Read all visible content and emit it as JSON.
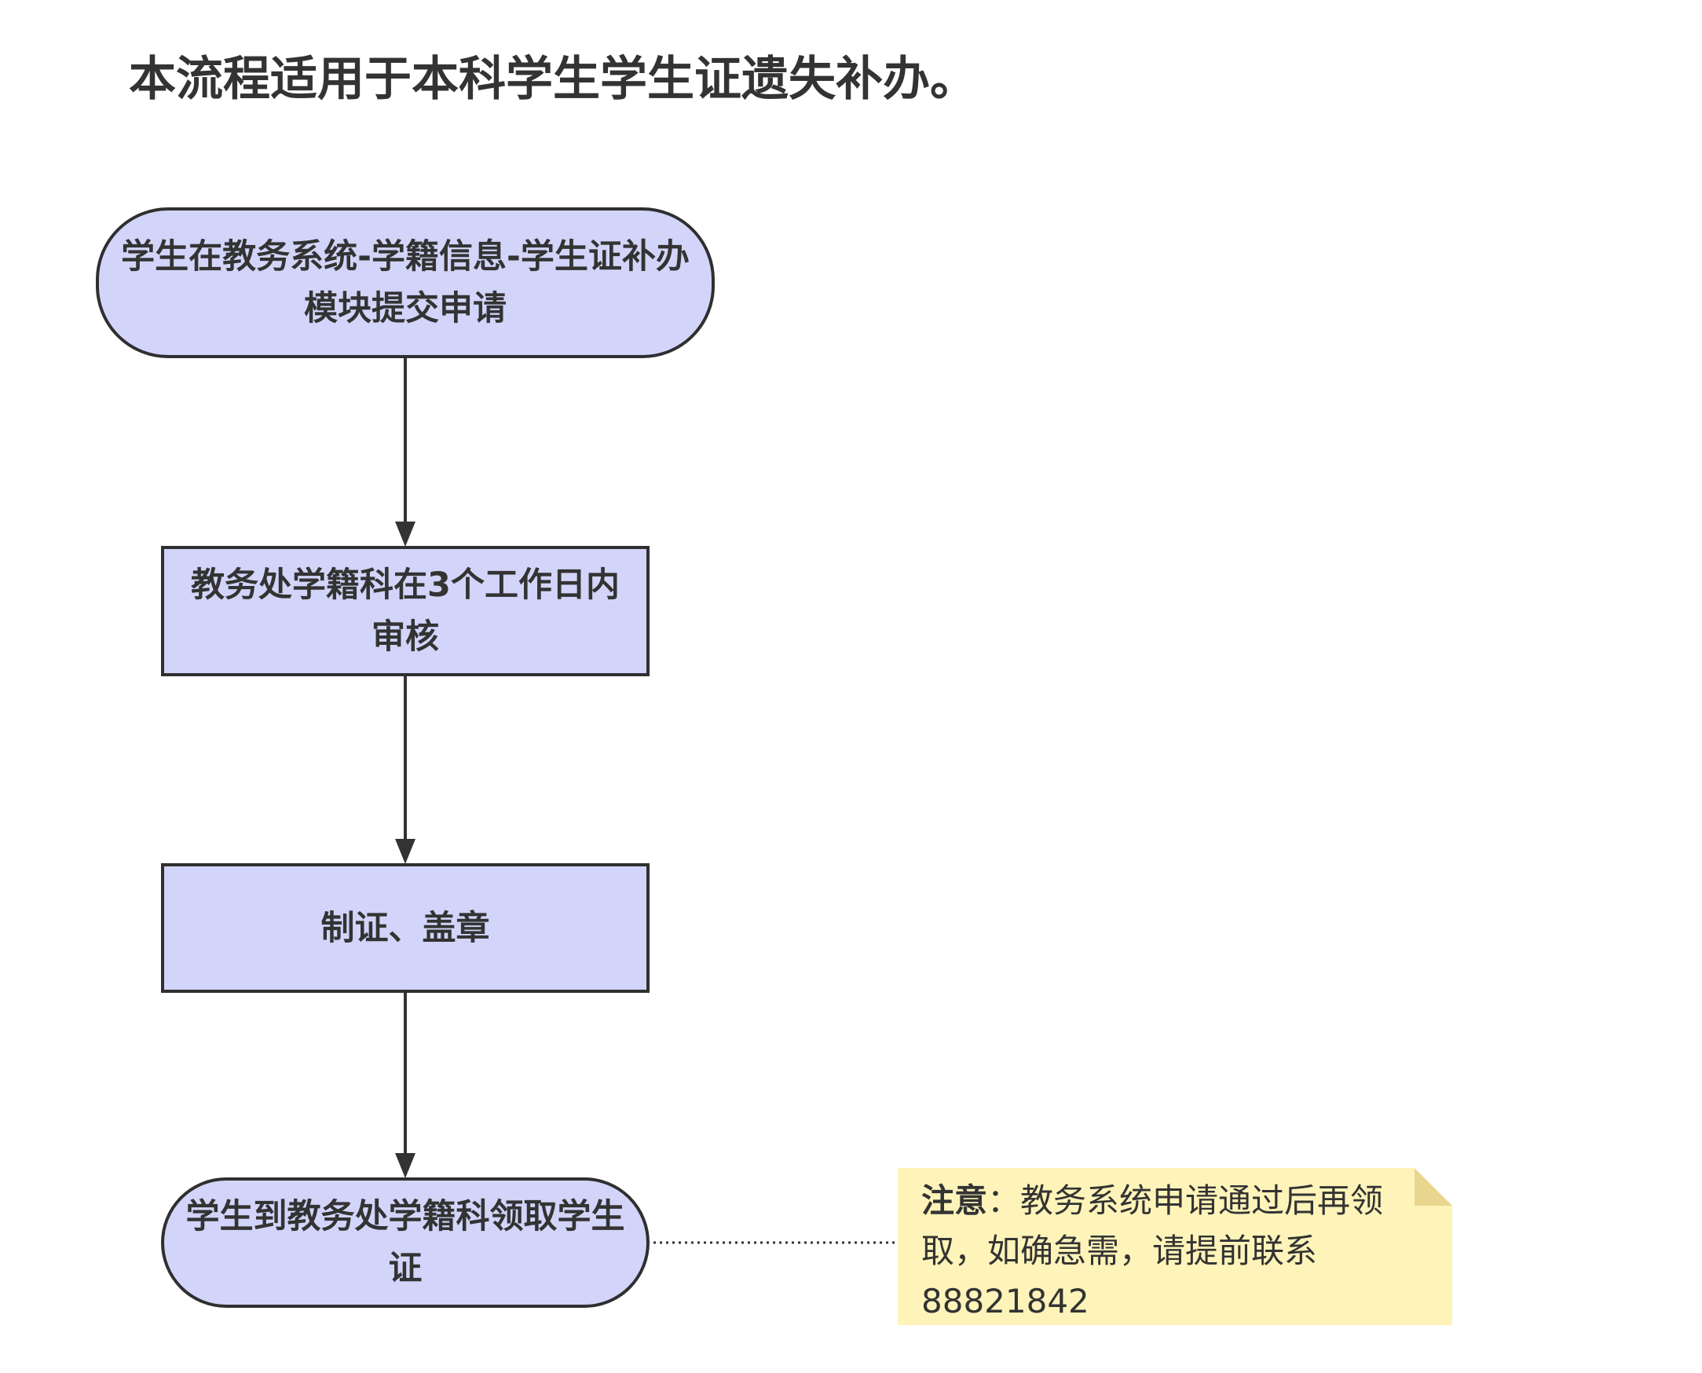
{
  "title": "本流程适用于本科学生学生证遗失补办。",
  "nodes": {
    "submit": "学生在教务系统-学籍信息-学生证补办模块提交申请",
    "review": "教务处学籍科在3个工作日内审核",
    "make": "制证、盖章",
    "collect": "学生到教务处学籍科领取学生证"
  },
  "note": {
    "heading": "注意",
    "separator": "：",
    "body": "教务系统申请通过后再领取，如确急需，请提前联系88821842"
  },
  "colors": {
    "node_fill": "#d2d5f9",
    "node_border": "#2f2f2f",
    "note_fill": "#fef4b9",
    "note_fold": "#e8d68e"
  }
}
